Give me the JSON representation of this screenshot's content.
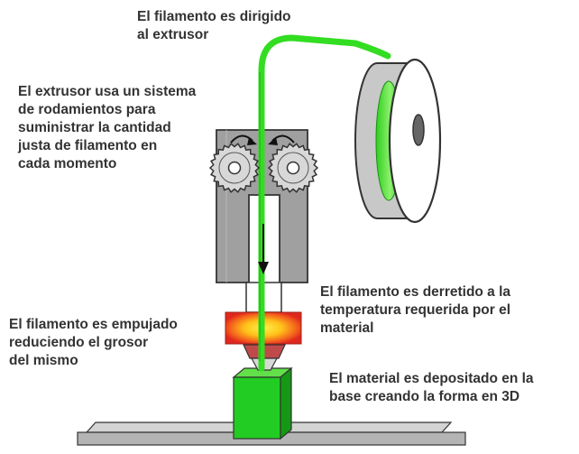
{
  "diagram": {
    "labels": {
      "filament_to_extruder": [
        "El filamento es dirigido",
        "al extrusor"
      ],
      "extruder_bearings": [
        "El extrusor usa un sistema",
        "de rodamientos para",
        "suministrar la cantidad",
        "justa de filamento en",
        "cada momento"
      ],
      "filament_melted": [
        "El filamento es derretido a la",
        "temperatura requerida por el",
        "material"
      ],
      "filament_pushed": [
        "El filamento es empujado",
        "reduciendo el grosor",
        "del mismo"
      ],
      "material_deposited": [
        "El material es depositado en la",
        "base creando la forma en 3D"
      ]
    },
    "colors": {
      "text": "#333333",
      "filament": "#33dd22",
      "extruder_body": "#a0a0a0",
      "gear": "#d8d8d8",
      "heater_core": "#ffe01a",
      "heater_edge": "#e0281e",
      "printed_object": "#22cc22",
      "build_plate": "#b4b4b4",
      "spool": "#ffffff",
      "outline": "#333333"
    },
    "icons": [
      "spool-icon",
      "gear-icon",
      "arrow-down-icon",
      "heater-icon",
      "nozzle-icon"
    ]
  }
}
